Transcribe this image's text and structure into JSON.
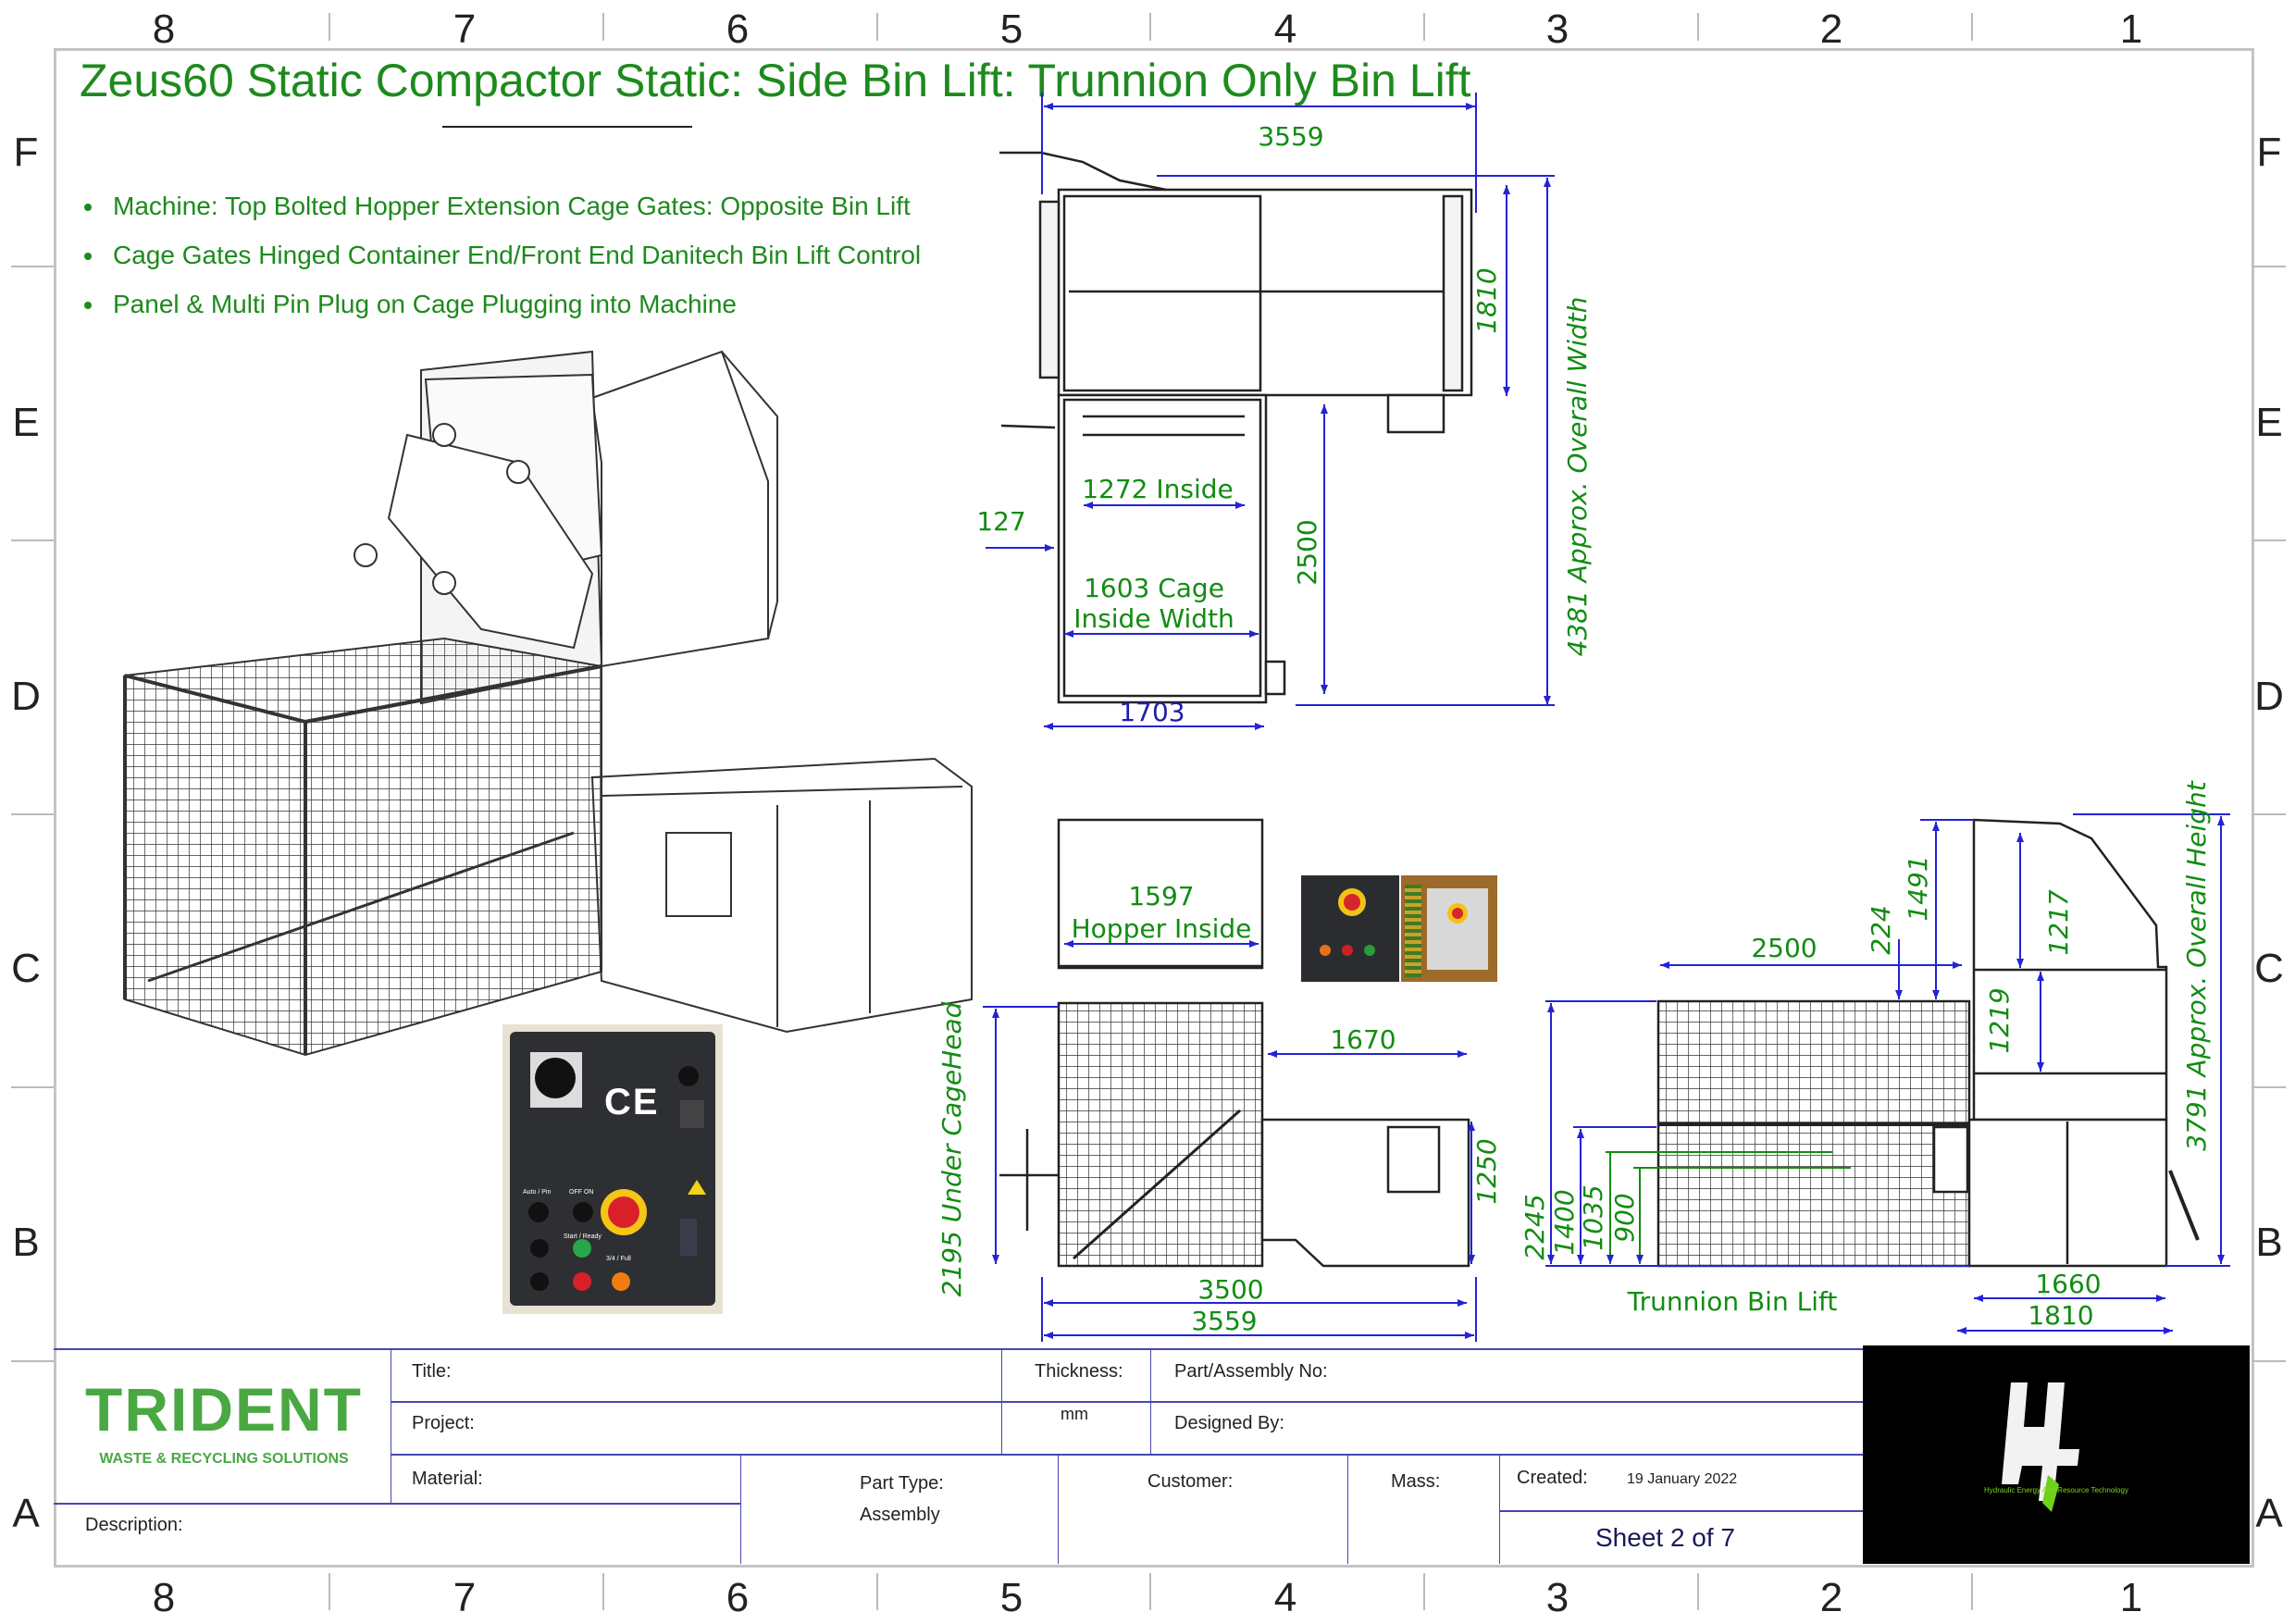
{
  "sheet": {
    "columns": [
      "8",
      "7",
      "6",
      "5",
      "4",
      "3",
      "2",
      "1"
    ],
    "rows": [
      "F",
      "E",
      "D",
      "C",
      "B",
      "A"
    ]
  },
  "title": "Zeus60 Static Compactor Static: Side Bin Lift: Trunnion Only Bin Lift",
  "bullets": [
    "Machine: Top Bolted Hopper Extension Cage Gates: Opposite Bin Lift",
    "Cage Gates Hinged Container End/Front End Danitech Bin Lift Control",
    "Panel & Multi Pin Plug on Cage Plugging into Machine"
  ],
  "control_panel_photo": {
    "ce_mark": "CE",
    "labels": [
      "Auto / Pin",
      "OFF ON",
      "Start / Ready",
      "3/4 / Full"
    ]
  },
  "top_view": {
    "overall_length": "3559",
    "machine_width": "1810",
    "overall_width": "4381 Approx. Overall Width",
    "cage_depth": "2500",
    "inside": "1272 Inside",
    "offset": "127",
    "cage_inside_line1": "1603 Cage",
    "cage_inside_line2": "Inside Width",
    "cage_width": "1703"
  },
  "front_view": {
    "hopper_inside_value": "1597",
    "hopper_inside_label": "Hopper Inside",
    "under_cagehead": "2195 Under CageHead",
    "container_length": "1670",
    "container_height": "1250",
    "length_3500": "3500",
    "length_3559": "3559"
  },
  "side_view": {
    "cage_length": "2500",
    "d224": "224",
    "d1491": "1491",
    "d1217": "1217",
    "d1219": "1219",
    "overall_height": "3791 Approx. Overall Height",
    "d2245": "2245",
    "d1400": "1400",
    "d1035": "1035",
    "d900": "900",
    "caption": "Trunnion Bin Lift",
    "d1660": "1660",
    "d1810": "1810"
  },
  "title_block": {
    "logo_name": "TRIDENT",
    "logo_tagline": "WASTE & RECYCLING SOLUTIONS",
    "title_label": "Title:",
    "project_label": "Project:",
    "material_label": "Material:",
    "description_label": "Description:",
    "thickness_label": "Thickness:",
    "thickness_unit": "mm",
    "part_no_label": "Part/Assembly No:",
    "designed_by_label": "Designed By:",
    "part_type_label": "Part Type:",
    "part_type_value": "Assembly",
    "customer_label": "Customer:",
    "mass_label": "Mass:",
    "created_label": "Created:",
    "created_value": "19 January 2022",
    "sheet": "Sheet 2 of 7",
    "partner_logo_tagline": "Hydraulic Energy And Resource Technology"
  },
  "colors": {
    "dimension_text": "#128c12",
    "dimension_line": "#2323d6",
    "frame": "#bdbdbd",
    "brand_green": "#4aa843"
  }
}
